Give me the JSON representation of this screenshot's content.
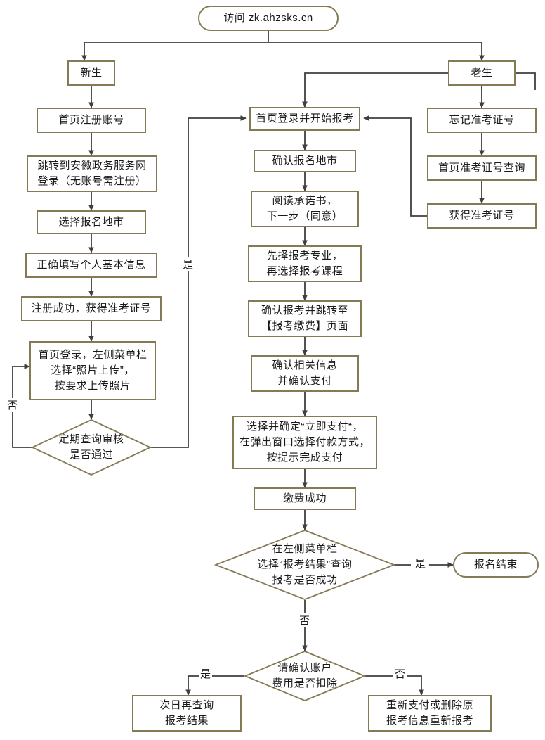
{
  "meta": {
    "title": "安徽自考报名流程图",
    "node_border_color": "#847a55",
    "connector_color": "#3f3f3f",
    "background_color": "#ffffff"
  },
  "nodes": {
    "start": {
      "label": "访问 zk.ahzsks.cn",
      "shape": "terminal"
    },
    "new_student": {
      "label": "新生",
      "shape": "rect"
    },
    "old_student": {
      "label": "老生",
      "shape": "rect"
    },
    "n1": {
      "label": "首页注册账号",
      "shape": "rect"
    },
    "n2": {
      "label": "跳转到安徽政务服务网\n登录（无账号需注册）",
      "shape": "rect"
    },
    "n3": {
      "label": "选择报名地市",
      "shape": "rect"
    },
    "n4": {
      "label": "正确填写个人基本信息",
      "shape": "rect"
    },
    "n5": {
      "label": "注册成功，获得准考证号",
      "shape": "rect"
    },
    "n6": {
      "label": "首页登录，左侧菜单栏\n选择“照片上传”，\n按要求上传照片",
      "shape": "rect"
    },
    "n7": {
      "label": "定期查询审核\n是否通过",
      "shape": "diamond"
    },
    "m1": {
      "label": "首页登录并开始报考",
      "shape": "rect"
    },
    "m2": {
      "label": "确认报名地市",
      "shape": "rect"
    },
    "m3": {
      "label": "阅读承诺书，\n下一步（同意）",
      "shape": "rect"
    },
    "m4": {
      "label": "先择报考专业，\n再选择报考课程",
      "shape": "rect"
    },
    "m5": {
      "label": "确认报考并跳转至\n【报考缴费】页面",
      "shape": "rect"
    },
    "m6": {
      "label": "确认相关信息\n并确认支付",
      "shape": "rect"
    },
    "m7": {
      "label": "选择并确定“立即支付“，\n在弹出窗口选择付款方式，\n按提示完成支付",
      "shape": "rect"
    },
    "m8": {
      "label": "缴费成功",
      "shape": "rect"
    },
    "m9": {
      "label": "在左侧菜单栏\n选择“报考结果”查询\n报考是否成功",
      "shape": "diamond"
    },
    "m10": {
      "label": "请确认账户\n费用是否扣除",
      "shape": "diamond"
    },
    "r1": {
      "label": "忘记准考证号",
      "shape": "rect"
    },
    "r2": {
      "label": "首页准考证号查询",
      "shape": "rect"
    },
    "r3": {
      "label": "获得准考证号",
      "shape": "rect"
    },
    "end": {
      "label": "报名结束",
      "shape": "terminal"
    },
    "b_left": {
      "label": "次日再查询\n报考结果",
      "shape": "rect"
    },
    "b_right": {
      "label": "重新支付或删除原\n报考信息重新报考",
      "shape": "rect"
    }
  },
  "edge_labels": {
    "audit_no": "否",
    "audit_yes": "是",
    "result_yes": "是",
    "result_no": "否",
    "fee_yes": "是",
    "fee_no": "否"
  }
}
